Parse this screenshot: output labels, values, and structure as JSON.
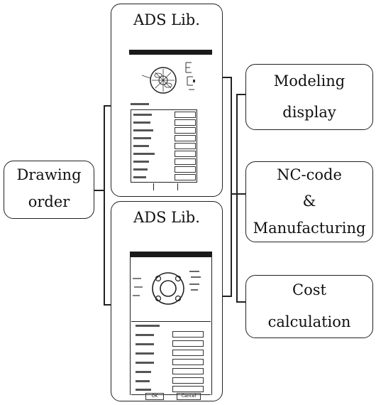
{
  "left_node": {
    "line1": "Drawing",
    "line2": "order"
  },
  "center_top": {
    "title": "ADS Lib."
  },
  "center_bottom": {
    "title": "ADS Lib.",
    "ok": "OK",
    "cancel": "Cancel"
  },
  "right_nodes": [
    {
      "line1": "Modeling",
      "line2": "display"
    },
    {
      "line1": "NC-code",
      "line2": "&",
      "line3": "Manufacturing"
    },
    {
      "line1": "Cost",
      "line2": "calculation"
    }
  ]
}
